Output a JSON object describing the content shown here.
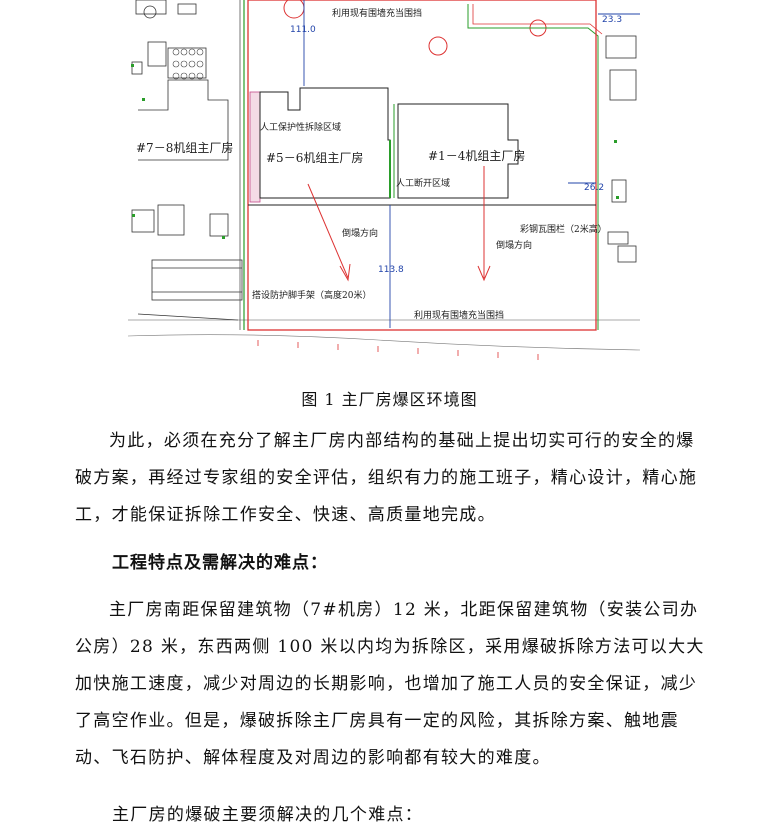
{
  "figure": {
    "labels": {
      "top_enclosure": "利用现有围墙充当围挡",
      "dim_111": "111.0",
      "dim_23": "23.3",
      "manual_protect": "人工保护性拆除区域",
      "b78": "#7－8机组主厂房",
      "b56": "#5－6机组主厂房",
      "b14": "#1－4机组主厂房",
      "manual_open": "人工断开区域",
      "dim_26": "26.2",
      "fall_left": "倒塌方向",
      "fall_right": "倒塌方向",
      "steel_fence": "彩钢瓦围栏（2米高）",
      "dim_113": "113.8",
      "scaffold": "搭设防护脚手架（高度20米）",
      "bottom_enclosure": "利用现有围墙充当围挡"
    }
  },
  "caption": "图 1 主厂房爆区环境图",
  "paragraph1": "为此，必须在充分了解主厂房内部结构的基础上提出切实可行的安全的爆破方案，再经过专家组的安全评估，组织有力的施工班子，精心设计，精心施工，才能保证拆除工作安全、快速、高质量地完成。",
  "heading": "工程特点及需解决的难点：",
  "paragraph2": "主厂房南距保留建筑物（7#机房）12 米，北距保留建筑物（安装公司办公房）28 米，东西两侧 100 米以内均为拆除区，采用爆破拆除方法可以大大加快施工速度，减少对周边的长期影响，也增加了施工人员的安全保证，减少了高空作业。但是，爆破拆除主厂房具有一定的风险，其拆除方案、触地震动、飞石防护、解体程度及对周边的影响都有较大的难度。",
  "paragraph3": "主厂房的爆破主要须解决的几个难点："
}
